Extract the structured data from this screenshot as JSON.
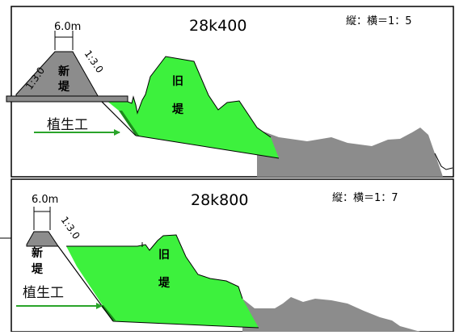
{
  "colors": {
    "old_levee": "#3df13d",
    "ground": "#8c8c8c",
    "new_levee": "#8c8c8c",
    "vegetation_arrow": "#2aa42a",
    "vegetation_slope": "#1c8c1c",
    "frame": "#000000"
  },
  "top_panel": {
    "section": "28k400",
    "scale": "縦：横＝1：5",
    "crest_width": "6.0m",
    "slope_left": "1:3.0",
    "slope_right": "1:3.0",
    "new_levee_line1": "新",
    "new_levee_line2": "堤",
    "old_levee_line1": "旧",
    "old_levee_line2": "堤",
    "vegetation": "植生工"
  },
  "bottom_panel": {
    "section": "28k800",
    "scale": "縦：横＝1：7",
    "crest_width": "6.0m",
    "slope_right": "1:3.0",
    "new_levee_line1": "新",
    "new_levee_line2": "堤",
    "old_levee_line1": "旧",
    "old_levee_line2": "堤",
    "vegetation": "植生工"
  }
}
